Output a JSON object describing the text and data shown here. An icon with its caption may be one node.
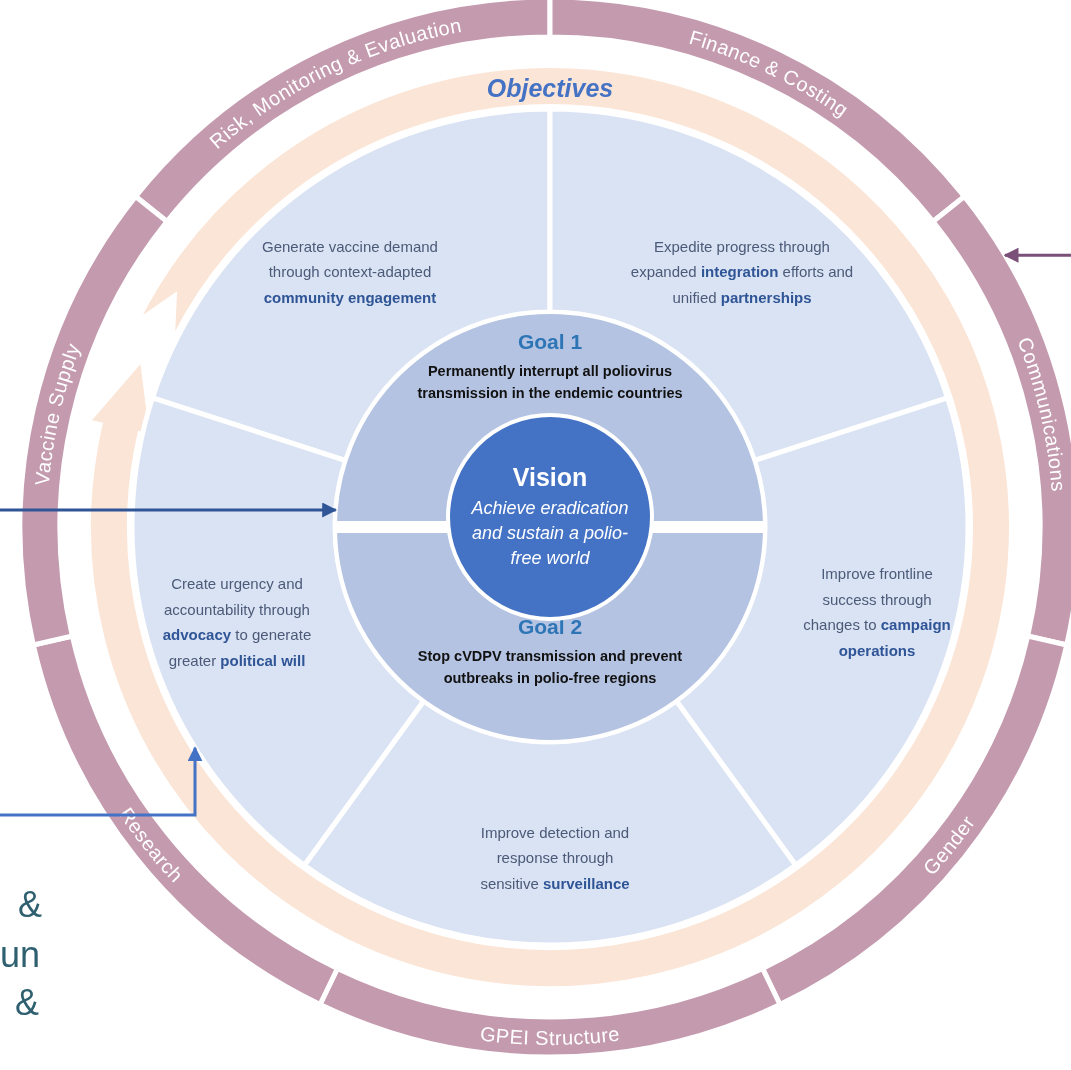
{
  "diagram": {
    "nodes": [
      {
        "text": [
          "Risk, Monitoring & Evaluation"
        ]
      },
      {
        "text": [
          "Finance & Costing"
        ]
      },
      {
        "text": [
          "Communications"
        ]
      },
      {
        "text": [
          "Gender"
        ]
      },
      {
        "text": [
          "GPEI Structure"
        ]
      },
      {
        "text": [
          "Research"
        ]
      },
      {
        "text": [
          "Vaccine Supply"
        ]
      },
      {
        "text": [
          "Objectives"
        ]
      },
      {
        "text": [
          "Generate vaccine demand through context-adapted **community engagement**"
        ]
      },
      {
        "text": [
          "Expedite progress through expanded **integration** efforts and unified **partnerships**"
        ]
      },
      {
        "text": [
          "Improve frontline success through changes to **campaign operations**"
        ]
      },
      {
        "text": [
          "Improve detection and response through sensitive **surveillance**"
        ]
      },
      {
        "text": [
          "Create urgency and accountability through **advocacy** to generate greater **political will**"
        ]
      },
      {
        "text": [
          "Goal 1",
          "Permanently interrupt all poliovirus transmission in the endemic countries"
        ]
      },
      {
        "text": [
          "Goal 2",
          "Stop cVDPV transmission and prevent outbreaks in polio-free regions"
        ]
      },
      {
        "text": [
          "Vision",
          "Achieve eradication and sustain a polio-free world"
        ]
      }
    ],
    "edges": [
      {
        "from": null,
        "to": 13,
        "arrow": "to",
        "color": "#2f5597"
      },
      {
        "from": null,
        "to": 12,
        "arrow": "to",
        "color": "#4472c4"
      },
      {
        "from": null,
        "to": 2,
        "arrow": "to",
        "color": "#7a4f78"
      }
    ],
    "labels": [
      "&",
      "un",
      "&"
    ]
  }
}
